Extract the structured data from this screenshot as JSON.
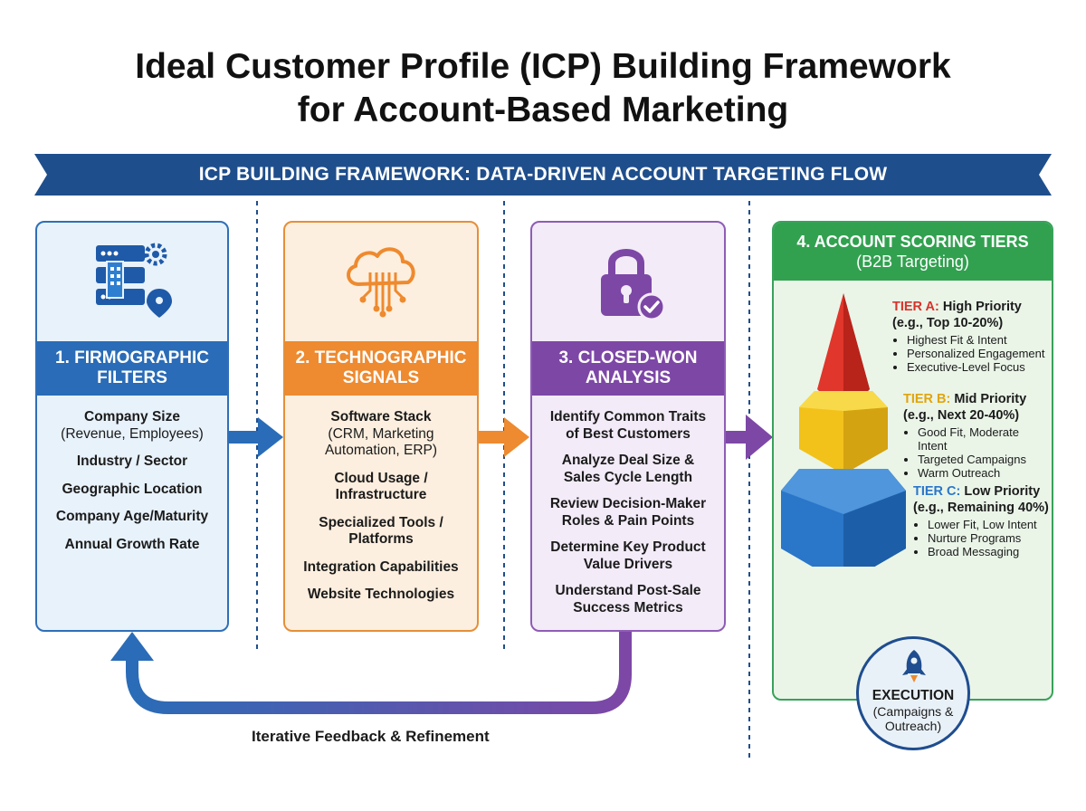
{
  "title": {
    "line1": "Ideal Customer Profile (ICP) Building Framework",
    "line2": "for Account-Based Marketing"
  },
  "banner": "ICP BUILDING FRAMEWORK: DATA-DRIVEN ACCOUNT TARGETING FLOW",
  "colors": {
    "banner": "#1f4e8c",
    "firmographic": "#2a6cb7",
    "technographic": "#ee8a2f",
    "closed_won": "#7d47a6",
    "scoring": "#31a14f",
    "tier_a": "#e0362b",
    "tier_b": "#f2c21b",
    "tier_c": "#2a76c9"
  },
  "columns": [
    {
      "icon": "server-gear-location-icon",
      "heading_line1": "1. FIRMOGRAPHIC",
      "heading_line2": "FILTERS",
      "items": [
        {
          "main": "Company Size",
          "sub": "(Revenue, Employees)"
        },
        {
          "main": "Industry / Sector"
        },
        {
          "main": "Geographic Location"
        },
        {
          "main": "Company Age/Maturity"
        },
        {
          "main": "Annual Growth Rate"
        }
      ]
    },
    {
      "icon": "cloud-circuit-icon",
      "heading_line1": "2. TECHNOGRAPHIC",
      "heading_line2": "SIGNALS",
      "items": [
        {
          "main": "Software Stack",
          "sub": "(CRM, Marketing Automation, ERP)"
        },
        {
          "main": "Cloud Usage / Infrastructure"
        },
        {
          "main": "Specialized Tools / Platforms"
        },
        {
          "main": "Integration Capabilities"
        },
        {
          "main": "Website Technologies"
        }
      ]
    },
    {
      "icon": "lock-check-icon",
      "heading_line1": "3. CLOSED-WON",
      "heading_line2": "ANALYSIS",
      "items": [
        {
          "main": "Identify Common Traits of Best Customers"
        },
        {
          "main": "Analyze Deal Size & Sales Cycle Length"
        },
        {
          "main": "Review Decision-Maker Roles & Pain Points"
        },
        {
          "main": "Determine Key Product Value Drivers"
        },
        {
          "main": "Understand Post-Sale Success Metrics"
        }
      ]
    }
  ],
  "scoring": {
    "heading_line1": "4. ACCOUNT SCORING TIERS",
    "heading_line2": "(B2B Targeting)",
    "tiers": [
      {
        "label": "TIER A:",
        "priority": "High Priority",
        "range": "(e.g., Top 10-20%)",
        "bullets": [
          "Highest Fit & Intent",
          "Personalized Engagement",
          "Executive-Level Focus"
        ]
      },
      {
        "label": "TIER B:",
        "priority": "Mid Priority",
        "range": "(e.g., Next 20-40%)",
        "bullets": [
          "Good Fit, Moderate Intent",
          "Targeted Campaigns",
          "Warm Outreach"
        ]
      },
      {
        "label": "TIER C:",
        "priority": "Low Priority",
        "range": "(e.g., Remaining 40%)",
        "bullets": [
          "Lower Fit, Low Intent",
          "Nurture Programs",
          "Broad Messaging"
        ]
      }
    ],
    "execution_title": "EXECUTION",
    "execution_sub": "(Campaigns & Outreach)",
    "execution_icon": "rocket-icon"
  },
  "feedback_label": "Iterative Feedback & Refinement"
}
